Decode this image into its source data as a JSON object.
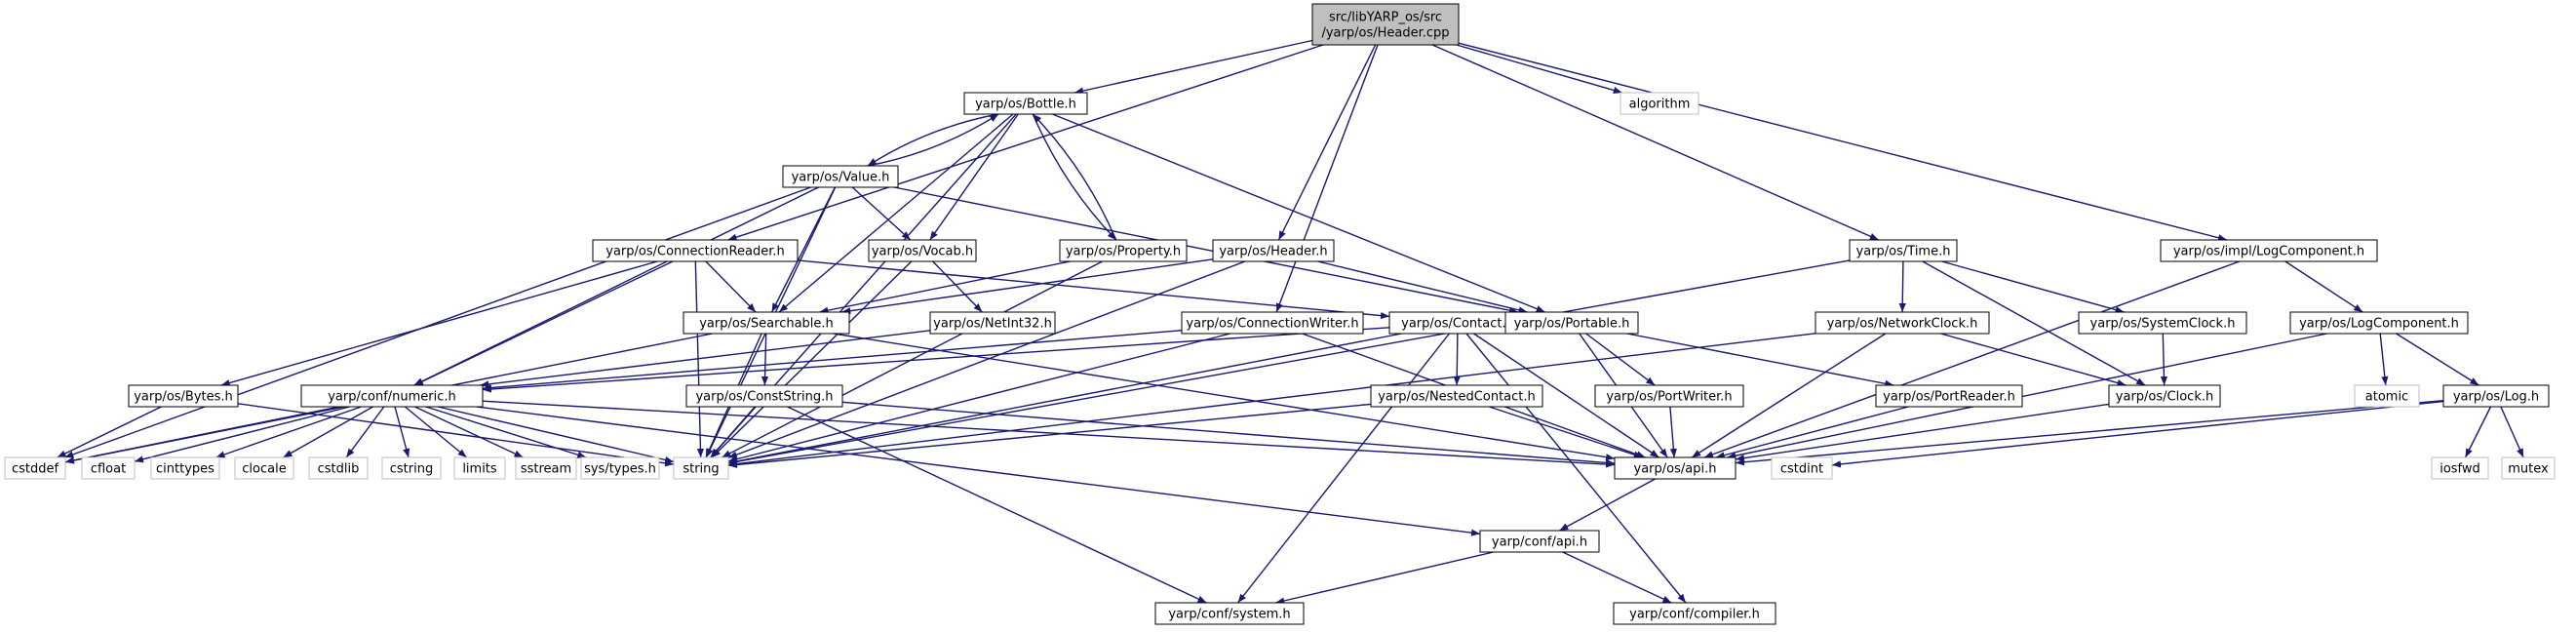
{
  "graph": {
    "root": "root",
    "colors": {
      "edge": "#191970",
      "root_fill": "#bfbfbf",
      "node_border": "#000000",
      "system_border": "#bfbfbf",
      "text": "#000000"
    },
    "nodes": [
      {
        "id": "root",
        "lines": [
          "src/libYARP_os/src",
          "/yarp/os/Header.cpp"
        ],
        "kind": "root"
      },
      {
        "id": "bottle",
        "lines": [
          "yarp/os/Bottle.h"
        ],
        "kind": "header"
      },
      {
        "id": "algorithm",
        "lines": [
          "algorithm"
        ],
        "kind": "system"
      },
      {
        "id": "value",
        "lines": [
          "yarp/os/Value.h"
        ],
        "kind": "header"
      },
      {
        "id": "connreader",
        "lines": [
          "yarp/os/ConnectionReader.h"
        ],
        "kind": "header"
      },
      {
        "id": "vocab",
        "lines": [
          "yarp/os/Vocab.h"
        ],
        "kind": "header"
      },
      {
        "id": "property",
        "lines": [
          "yarp/os/Property.h"
        ],
        "kind": "header"
      },
      {
        "id": "header",
        "lines": [
          "yarp/os/Header.h"
        ],
        "kind": "header"
      },
      {
        "id": "time",
        "lines": [
          "yarp/os/Time.h"
        ],
        "kind": "header"
      },
      {
        "id": "impllog",
        "lines": [
          "yarp/os/impl/LogComponent.h"
        ],
        "kind": "header"
      },
      {
        "id": "searchable",
        "lines": [
          "yarp/os/Searchable.h"
        ],
        "kind": "header"
      },
      {
        "id": "netint32",
        "lines": [
          "yarp/os/NetInt32.h"
        ],
        "kind": "header"
      },
      {
        "id": "connwriter",
        "lines": [
          "yarp/os/ConnectionWriter.h"
        ],
        "kind": "header"
      },
      {
        "id": "contact",
        "lines": [
          "yarp/os/Contact.h"
        ],
        "kind": "header"
      },
      {
        "id": "portable",
        "lines": [
          "yarp/os/Portable.h"
        ],
        "kind": "header"
      },
      {
        "id": "netclock",
        "lines": [
          "yarp/os/NetworkClock.h"
        ],
        "kind": "header"
      },
      {
        "id": "sysclock",
        "lines": [
          "yarp/os/SystemClock.h"
        ],
        "kind": "header"
      },
      {
        "id": "logcomp",
        "lines": [
          "yarp/os/LogComponent.h"
        ],
        "kind": "header"
      },
      {
        "id": "bytes",
        "lines": [
          "yarp/os/Bytes.h"
        ],
        "kind": "header"
      },
      {
        "id": "numeric",
        "lines": [
          "yarp/conf/numeric.h"
        ],
        "kind": "header"
      },
      {
        "id": "conststring",
        "lines": [
          "yarp/os/ConstString.h"
        ],
        "kind": "header"
      },
      {
        "id": "nestedcontact",
        "lines": [
          "yarp/os/NestedContact.h"
        ],
        "kind": "header"
      },
      {
        "id": "portwriter",
        "lines": [
          "yarp/os/PortWriter.h"
        ],
        "kind": "header"
      },
      {
        "id": "portreader",
        "lines": [
          "yarp/os/PortReader.h"
        ],
        "kind": "header"
      },
      {
        "id": "clock",
        "lines": [
          "yarp/os/Clock.h"
        ],
        "kind": "header"
      },
      {
        "id": "atomic",
        "lines": [
          "atomic"
        ],
        "kind": "system"
      },
      {
        "id": "log",
        "lines": [
          "yarp/os/Log.h"
        ],
        "kind": "header"
      },
      {
        "id": "cstddef",
        "lines": [
          "cstddef"
        ],
        "kind": "system"
      },
      {
        "id": "cfloat",
        "lines": [
          "cfloat"
        ],
        "kind": "system"
      },
      {
        "id": "cinttypes",
        "lines": [
          "cinttypes"
        ],
        "kind": "system"
      },
      {
        "id": "clocale",
        "lines": [
          "clocale"
        ],
        "kind": "system"
      },
      {
        "id": "cstdlib",
        "lines": [
          "cstdlib"
        ],
        "kind": "system"
      },
      {
        "id": "cstring",
        "lines": [
          "cstring"
        ],
        "kind": "system"
      },
      {
        "id": "limits",
        "lines": [
          "limits"
        ],
        "kind": "system"
      },
      {
        "id": "sstream",
        "lines": [
          "sstream"
        ],
        "kind": "system"
      },
      {
        "id": "systypes",
        "lines": [
          "sys/types.h"
        ],
        "kind": "system"
      },
      {
        "id": "string",
        "lines": [
          "string"
        ],
        "kind": "system"
      },
      {
        "id": "osapi",
        "lines": [
          "yarp/os/api.h"
        ],
        "kind": "header"
      },
      {
        "id": "cstdint",
        "lines": [
          "cstdint"
        ],
        "kind": "system"
      },
      {
        "id": "iosfwd",
        "lines": [
          "iosfwd"
        ],
        "kind": "system"
      },
      {
        "id": "mutex",
        "lines": [
          "mutex"
        ],
        "kind": "system"
      },
      {
        "id": "confapi",
        "lines": [
          "yarp/conf/api.h"
        ],
        "kind": "header"
      },
      {
        "id": "confsystem",
        "lines": [
          "yarp/conf/system.h"
        ],
        "kind": "header"
      },
      {
        "id": "confcompiler",
        "lines": [
          "yarp/conf/compiler.h"
        ],
        "kind": "header"
      }
    ],
    "edges": [
      [
        "root",
        "bottle"
      ],
      [
        "root",
        "algorithm"
      ],
      [
        "root",
        "connreader"
      ],
      [
        "root",
        "header"
      ],
      [
        "root",
        "connwriter"
      ],
      [
        "root",
        "time"
      ],
      [
        "root",
        "impllog"
      ],
      [
        "bottle",
        "value"
      ],
      [
        "bottle",
        "vocab"
      ],
      [
        "bottle",
        "property"
      ],
      [
        "bottle",
        "searchable"
      ],
      [
        "bottle",
        "portable"
      ],
      [
        "bottle",
        "string"
      ],
      [
        "value",
        "bottle"
      ],
      [
        "value",
        "vocab"
      ],
      [
        "value",
        "searchable"
      ],
      [
        "value",
        "portable"
      ],
      [
        "value",
        "numeric"
      ],
      [
        "value",
        "cstddef"
      ],
      [
        "value",
        "string"
      ],
      [
        "property",
        "bottle"
      ],
      [
        "property",
        "searchable"
      ],
      [
        "property",
        "string"
      ],
      [
        "connreader",
        "searchable"
      ],
      [
        "connreader",
        "contact"
      ],
      [
        "connreader",
        "bytes"
      ],
      [
        "connreader",
        "numeric"
      ],
      [
        "connreader",
        "string"
      ],
      [
        "vocab",
        "netint32"
      ],
      [
        "vocab",
        "string"
      ],
      [
        "header",
        "searchable"
      ],
      [
        "header",
        "portable"
      ],
      [
        "header",
        "string"
      ],
      [
        "searchable",
        "conststring"
      ],
      [
        "searchable",
        "osapi"
      ],
      [
        "searchable",
        "string"
      ],
      [
        "searchable",
        "cstddef"
      ],
      [
        "netint32",
        "numeric"
      ],
      [
        "connwriter",
        "numeric"
      ],
      [
        "connwriter",
        "osapi"
      ],
      [
        "connwriter",
        "string"
      ],
      [
        "contact",
        "nestedcontact"
      ],
      [
        "contact",
        "numeric"
      ],
      [
        "contact",
        "string"
      ],
      [
        "contact",
        "osapi"
      ],
      [
        "contact",
        "confsystem"
      ],
      [
        "contact",
        "confcompiler"
      ],
      [
        "portable",
        "portwriter"
      ],
      [
        "portable",
        "portreader"
      ],
      [
        "portable",
        "osapi"
      ],
      [
        "time",
        "netclock"
      ],
      [
        "time",
        "sysclock"
      ],
      [
        "time",
        "clock"
      ],
      [
        "time",
        "string"
      ],
      [
        "netclock",
        "clock"
      ],
      [
        "netclock",
        "osapi"
      ],
      [
        "netclock",
        "string"
      ],
      [
        "sysclock",
        "clock"
      ],
      [
        "clock",
        "osapi"
      ],
      [
        "impllog",
        "logcomp"
      ],
      [
        "impllog",
        "osapi"
      ],
      [
        "logcomp",
        "atomic"
      ],
      [
        "logcomp",
        "log"
      ],
      [
        "logcomp",
        "osapi"
      ],
      [
        "log",
        "iosfwd"
      ],
      [
        "log",
        "mutex"
      ],
      [
        "log",
        "cstdint"
      ],
      [
        "log",
        "osapi"
      ],
      [
        "bytes",
        "cstddef"
      ],
      [
        "bytes",
        "string"
      ],
      [
        "numeric",
        "cstddef"
      ],
      [
        "numeric",
        "cfloat"
      ],
      [
        "numeric",
        "cinttypes"
      ],
      [
        "numeric",
        "clocale"
      ],
      [
        "numeric",
        "cstdlib"
      ],
      [
        "numeric",
        "cstring"
      ],
      [
        "numeric",
        "limits"
      ],
      [
        "numeric",
        "sstream"
      ],
      [
        "numeric",
        "systypes"
      ],
      [
        "numeric",
        "string"
      ],
      [
        "numeric",
        "osapi"
      ],
      [
        "numeric",
        "confapi"
      ],
      [
        "conststring",
        "string"
      ],
      [
        "conststring",
        "osapi"
      ],
      [
        "conststring",
        "confsystem"
      ],
      [
        "nestedcontact",
        "string"
      ],
      [
        "nestedcontact",
        "osapi"
      ],
      [
        "portwriter",
        "osapi"
      ],
      [
        "portreader",
        "osapi"
      ],
      [
        "osapi",
        "confapi"
      ],
      [
        "confapi",
        "confsystem"
      ],
      [
        "confapi",
        "confcompiler"
      ]
    ]
  }
}
